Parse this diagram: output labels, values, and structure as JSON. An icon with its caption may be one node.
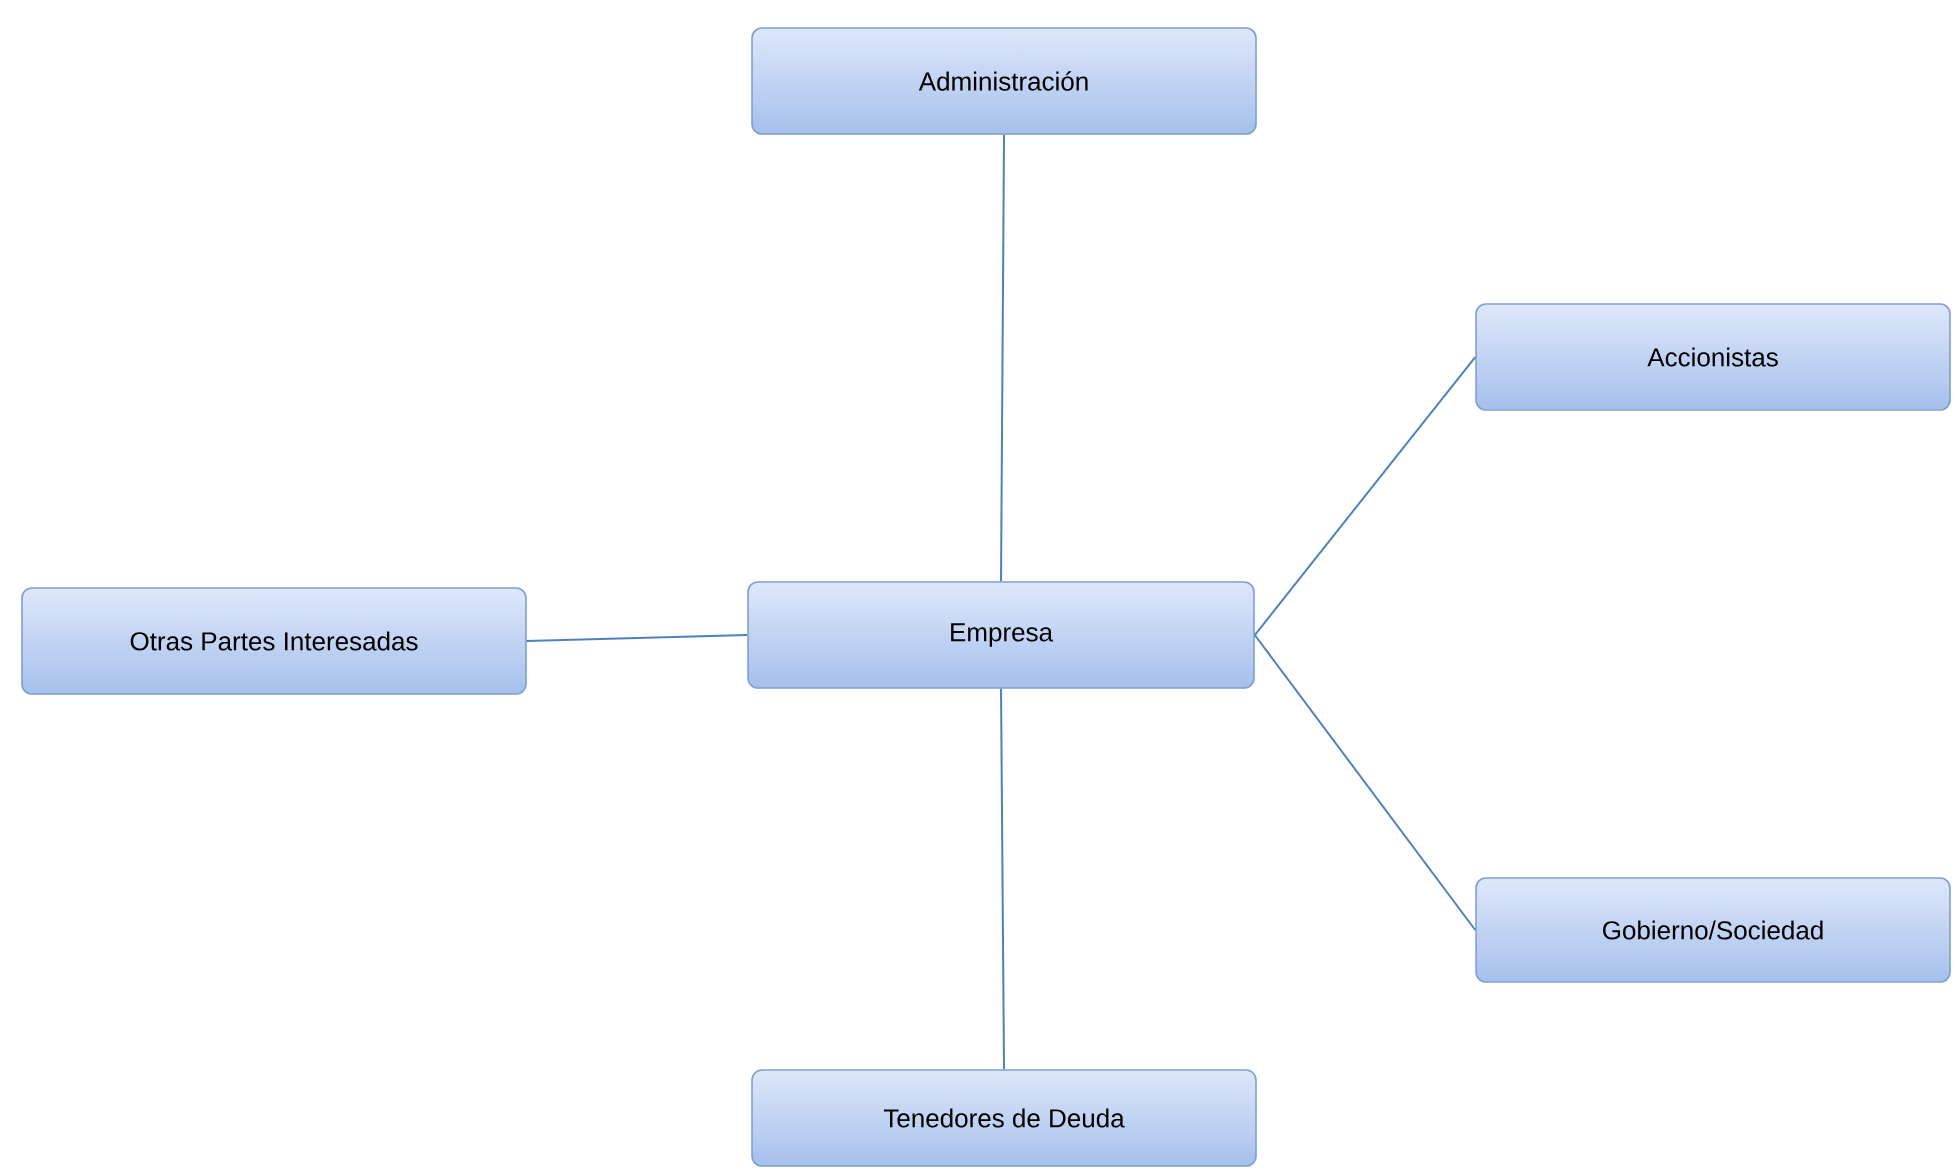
{
  "diagram": {
    "nodes": [
      {
        "text": [
          "Administración"
        ]
      },
      {
        "text": [
          "Accionistas"
        ]
      },
      {
        "text": [
          "Otras Partes Interesadas"
        ]
      },
      {
        "text": [
          "Empresa"
        ]
      },
      {
        "text": [
          "Gobierno/Sociedad"
        ]
      },
      {
        "text": [
          "Tenedores de Deuda"
        ]
      }
    ],
    "edges": [
      {
        "from": 3,
        "to": 0,
        "arrow": "none"
      },
      {
        "from": 3,
        "to": 1,
        "arrow": "none"
      },
      {
        "from": 3,
        "to": 2,
        "arrow": "none"
      },
      {
        "from": 3,
        "to": 4,
        "arrow": "none"
      },
      {
        "from": 3,
        "to": 5,
        "arrow": "none"
      }
    ]
  }
}
